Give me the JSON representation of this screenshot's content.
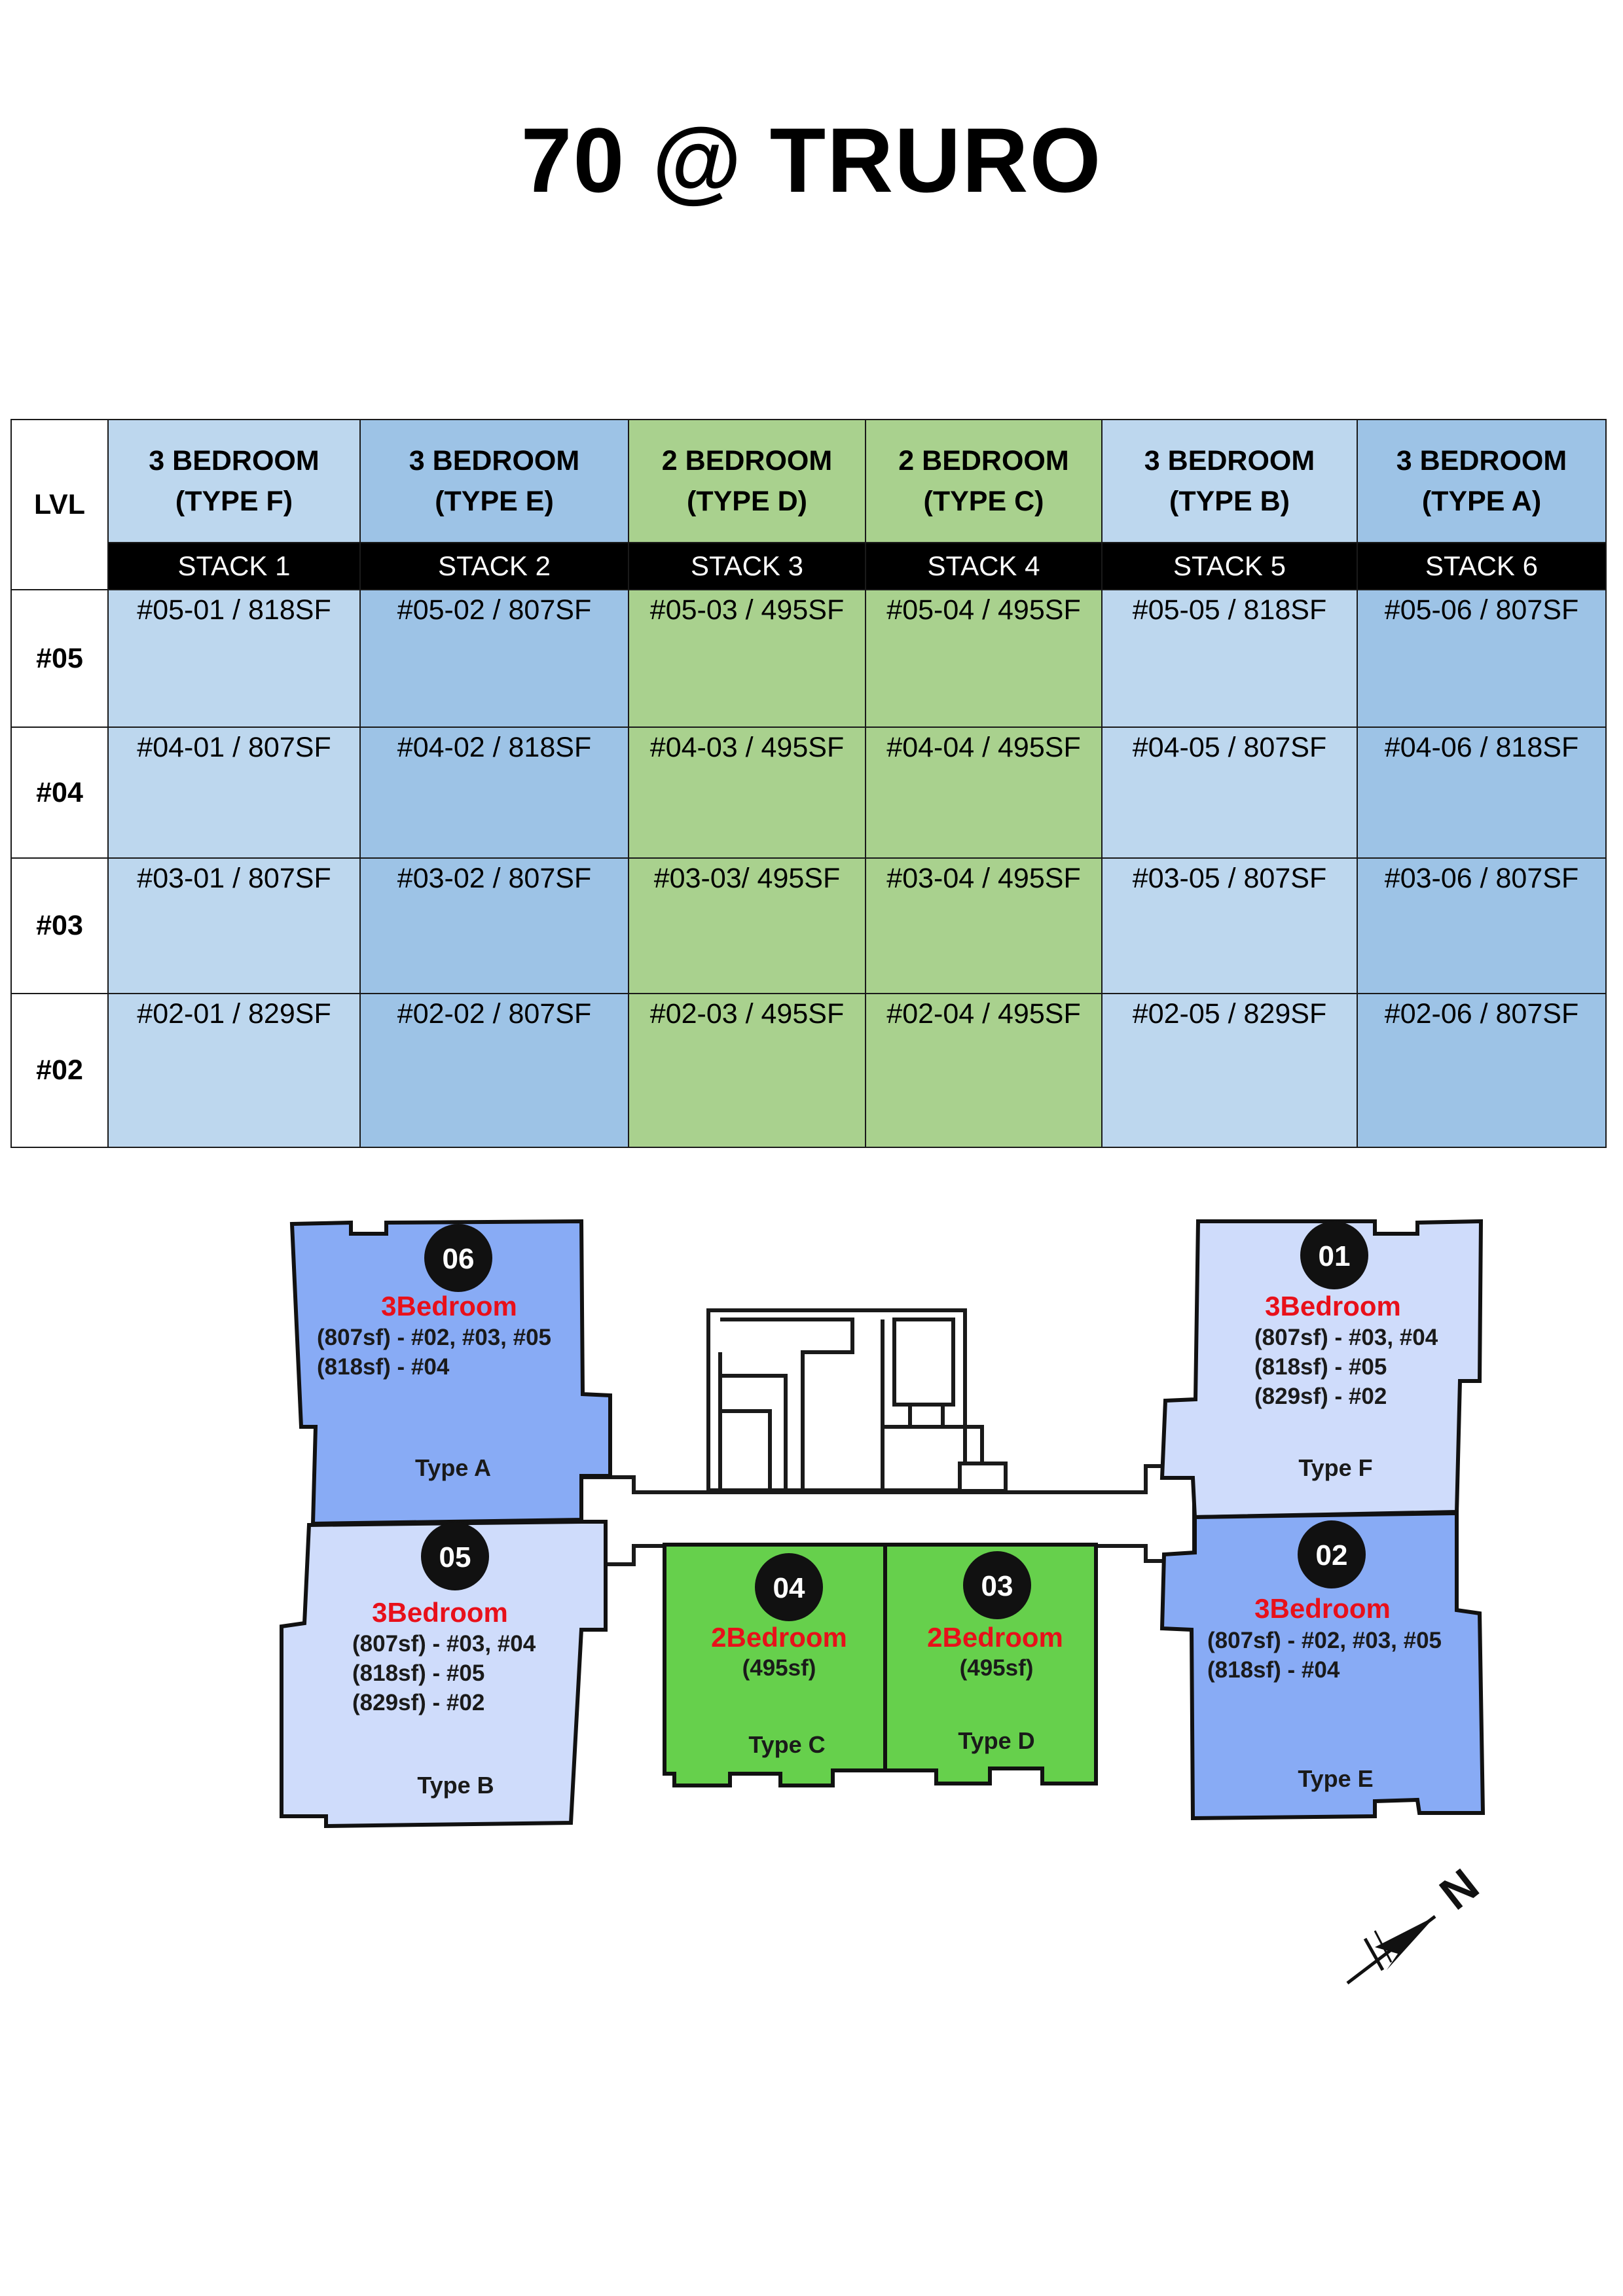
{
  "title": "70 @ TRURO",
  "table": {
    "lvl_label": "LVL",
    "columns": [
      {
        "line1": "3 BEDROOM",
        "line2": "(TYPE F)",
        "stack": "STACK 1",
        "color": "#bdd7ee"
      },
      {
        "line1": "3 BEDROOM",
        "line2": "(TYPE E)",
        "stack": "STACK 2",
        "color": "#9dc3e6"
      },
      {
        "line1": "2 BEDROOM",
        "line2": "(TYPE D)",
        "stack": "STACK 3",
        "color": "#a9d18e"
      },
      {
        "line1": "2 BEDROOM",
        "line2": "(TYPE C)",
        "stack": "STACK 4",
        "color": "#a9d18e"
      },
      {
        "line1": "3 BEDROOM",
        "line2": "(TYPE B)",
        "stack": "STACK 5",
        "color": "#bdd7ee"
      },
      {
        "line1": "3 BEDROOM",
        "line2": "(TYPE A)",
        "stack": "STACK 6",
        "color": "#9dc3e6"
      }
    ],
    "rows": [
      {
        "level": "#05",
        "units": [
          "#05-01 / 818SF",
          "#05-02 / 807SF",
          "#05-03 / 495SF",
          "#05-04 / 495SF",
          "#05-05 / 818SF",
          "#05-06 / 807SF"
        ]
      },
      {
        "level": "#04",
        "units": [
          "#04-01 / 807SF",
          "#04-02 / 818SF",
          "#04-03 / 495SF",
          "#04-04 / 495SF",
          "#04-05 / 807SF",
          "#04-06 / 818SF"
        ]
      },
      {
        "level": "#03",
        "units": [
          "#03-01 / 807SF",
          "#03-02 / 807SF",
          "#03-03/ 495SF",
          "#03-04 / 495SF",
          "#03-05 / 807SF",
          "#03-06 / 807SF"
        ]
      },
      {
        "level": "#02",
        "units": [
          "#02-01 / 829SF",
          "#02-02 / 807SF",
          "#02-03 / 495SF",
          "#02-04 / 495SF",
          "#02-05 / 829SF",
          "#02-06 / 807SF"
        ]
      }
    ]
  },
  "floorplan": {
    "units": {
      "u06": {
        "number": "06",
        "bedroom": "3Bedroom",
        "lines": [
          "(807sf) - #02, #03, #05",
          "(818sf) - #04"
        ],
        "type": "Type A"
      },
      "u01": {
        "number": "01",
        "bedroom": "3Bedroom",
        "lines": [
          "(807sf) - #03, #04",
          "(818sf) - #05",
          "(829sf) - #02"
        ],
        "type": "Type F"
      },
      "u05": {
        "number": "05",
        "bedroom": "3Bedroom",
        "lines": [
          "(807sf) - #03, #04",
          "(818sf) - #05",
          "(829sf) - #02"
        ],
        "type": "Type B"
      },
      "u04": {
        "number": "04",
        "bedroom": "2Bedroom",
        "lines": [
          "(495sf)"
        ],
        "type": "Type C"
      },
      "u03": {
        "number": "03",
        "bedroom": "2Bedroom",
        "lines": [
          "(495sf)"
        ],
        "type": "Type D"
      },
      "u02": {
        "number": "02",
        "bedroom": "3Bedroom",
        "lines": [
          "(807sf) - #02, #03, #05",
          "(818sf) - #04"
        ],
        "type": "Type E"
      }
    },
    "colors": {
      "medium_blue": "#88abf5",
      "light_blue": "#cfdcfb",
      "green": "#66d04c",
      "red_label": "#e8101a"
    },
    "compass": "N"
  }
}
